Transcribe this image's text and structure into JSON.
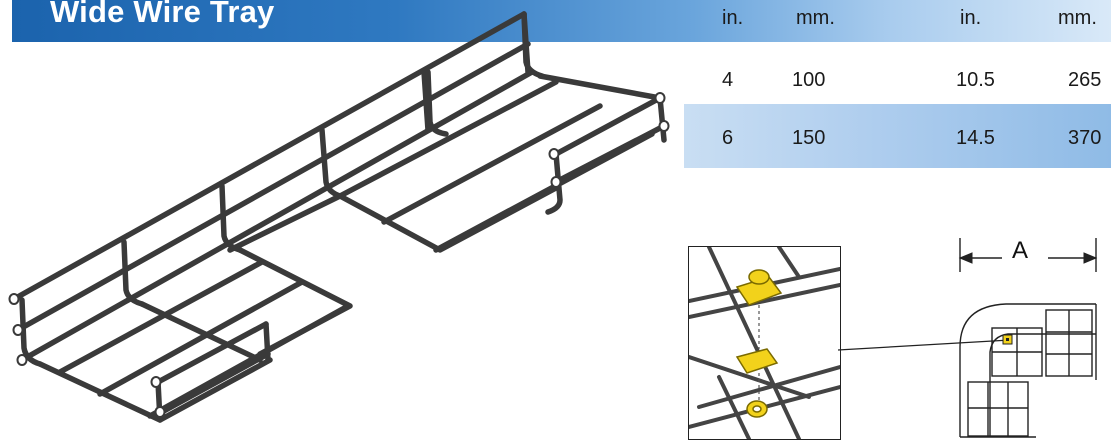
{
  "header": {
    "title": "Wide Wire Tray",
    "col_labels": [
      "in.",
      "mm.",
      "in.",
      "mm."
    ]
  },
  "table": {
    "rows": [
      [
        "4",
        "100",
        "10.5",
        "265"
      ],
      [
        "6",
        "150",
        "14.5",
        "370"
      ]
    ]
  },
  "plan_view": {
    "dimension_label": "A"
  },
  "colors": {
    "header_blue": "#1b63ad",
    "band_blue": "#aecdee",
    "clip_yellow": "#f2d21b"
  }
}
